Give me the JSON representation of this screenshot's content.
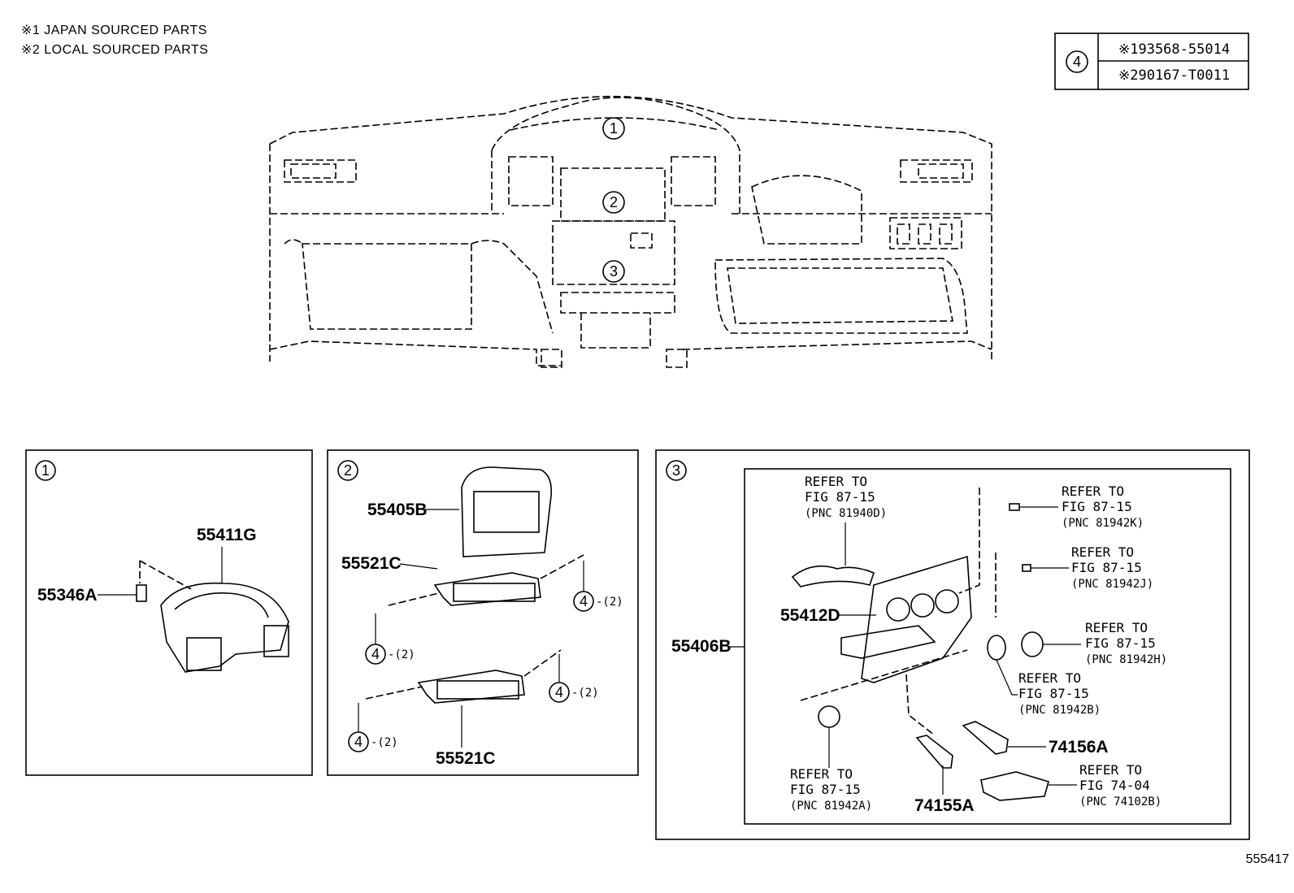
{
  "notes": [
    "※1 JAPAN SOURCED PARTS",
    "※2 LOCAL SOURCED PARTS"
  ],
  "legend": {
    "circle": "4",
    "rows": [
      "※193568-55014",
      "※290167-T0011"
    ]
  },
  "overview_callouts": [
    "1",
    "2",
    "3"
  ],
  "panel1": {
    "number": "1",
    "parts": [
      "55411G",
      "55346A"
    ]
  },
  "panel2": {
    "number": "2",
    "parts": [
      "55405B",
      "55521C",
      "55521C"
    ],
    "callouts": [
      {
        "num": "4",
        "qty": "-(2)"
      },
      {
        "num": "4",
        "qty": "-(2)"
      },
      {
        "num": "4",
        "qty": "-(2)"
      },
      {
        "num": "4",
        "qty": "-(2)"
      }
    ]
  },
  "panel3": {
    "number": "3",
    "parts": [
      "55406B",
      "55412D",
      "74156A",
      "74155A"
    ],
    "refs": [
      {
        "l1": "REFER TO",
        "l2": "FIG 87-15",
        "l3": "(PNC 81940D)"
      },
      {
        "l1": "REFER TO",
        "l2": "FIG 87-15",
        "l3": "(PNC 81942K)"
      },
      {
        "l1": "REFER TO",
        "l2": "FIG 87-15",
        "l3": "(PNC 81942J)"
      },
      {
        "l1": "REFER TO",
        "l2": "FIG 87-15",
        "l3": "(PNC 81942H)"
      },
      {
        "l1": "REFER TO",
        "l2": "FIG 87-15",
        "l3": "(PNC 81942B)"
      },
      {
        "l1": "REFER TO",
        "l2": "FIG 87-15",
        "l3": "(PNC 81942A)"
      },
      {
        "l1": "REFER TO",
        "l2": "FIG 74-04",
        "l3": "(PNC 74102B)"
      }
    ]
  },
  "figure_id": "555417"
}
